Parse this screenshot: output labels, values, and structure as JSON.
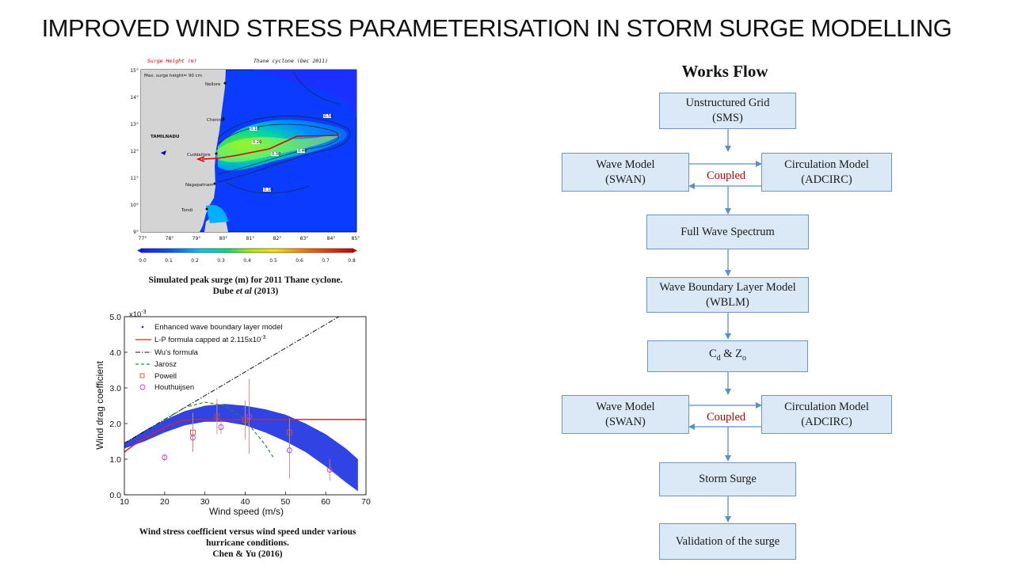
{
  "slide": {
    "title": "IMPROVED WIND STRESS PARAMETERISATION IN STORM SURGE MODELLING"
  },
  "map_figure": {
    "header_left": "Surge Height (m)",
    "header_right": "Thane cyclone  (Dec 2011)",
    "max_label": "Max. surge height= 90 cm",
    "places": [
      "Nellore",
      "Chennai",
      "TAMILNADU",
      "Cuddallore",
      "Nagapatnam",
      "Tondi"
    ],
    "lat_ticks": [
      "15°",
      "14°",
      "13°",
      "12°",
      "11°",
      "10°",
      "9°"
    ],
    "lon_ticks": [
      "77°",
      "78°",
      "79°",
      "80°",
      "81°",
      "82°",
      "83°",
      "84°",
      "85°"
    ],
    "colorbar_ticks": [
      "0.0",
      "0.1",
      "0.2",
      "0.3",
      "0.4",
      "0.5",
      "0.6",
      "0.7",
      "0.8"
    ],
    "contour_labels": [
      "0.10",
      "0.20",
      "0.30",
      "0.40",
      "0.50",
      "0.10"
    ],
    "caption_line1": "Simulated peak surge (m) for 2011 Thane cyclone.",
    "caption_line2_prefix": "Dube ",
    "caption_line2_italic": "et al",
    "caption_line2_suffix": " (2013)"
  },
  "chart_caption": {
    "line1": "Wind stress coefficient versus wind speed under various",
    "line2": "hurricane conditions.",
    "line3": "Chen & Yu (2016)"
  },
  "chart_data": {
    "type": "scatter",
    "xlabel": "Wind speed (m/s)",
    "ylabel": "Wind drag coefficient",
    "y_multiplier": "x10",
    "y_multiplier_exp": "-3",
    "xlim": [
      10,
      70
    ],
    "ylim": [
      0,
      5
    ],
    "x_ticks": [
      "10",
      "20",
      "30",
      "40",
      "50",
      "60",
      "70"
    ],
    "y_ticks": [
      "0.0",
      "1.0",
      "2.0",
      "3.0",
      "4.0",
      "5.0"
    ],
    "legend": [
      "Enhanced wave boundary layer model",
      "L-P formula capped at 2.115x10",
      "Wu's formula",
      "Jarosz",
      "Powell",
      "Houthuijsen"
    ],
    "legend_lp_exp": "-3",
    "series": [
      {
        "name": "L-P formula capped at 2.115x10-3",
        "x": [
          10,
          12,
          14,
          16,
          18,
          20,
          22,
          24,
          26,
          70
        ],
        "y": [
          1.2,
          1.37,
          1.52,
          1.65,
          1.78,
          1.89,
          1.99,
          2.07,
          2.115,
          2.115
        ]
      },
      {
        "name": "Wu's formula",
        "x": [
          10,
          70
        ],
        "y": [
          1.45,
          5.45
        ]
      },
      {
        "name": "Jarosz",
        "x": [
          20,
          25,
          30,
          35,
          40,
          45,
          47
        ],
        "y": [
          2.1,
          2.45,
          2.6,
          2.5,
          2.1,
          1.4,
          1.05
        ]
      },
      {
        "name": "Powell",
        "x": [
          27,
          33,
          40,
          51
        ],
        "y": [
          1.75,
          2.2,
          2.1,
          1.75
        ],
        "err": [
          0.55,
          0.5,
          0.55,
          0.4
        ]
      },
      {
        "name": "Houthuijsen",
        "x": [
          20,
          27,
          34,
          41,
          51,
          61
        ],
        "y": [
          1.05,
          1.6,
          1.9,
          2.2,
          1.25,
          0.7
        ],
        "err": [
          0.1,
          0.4,
          0.2,
          1.05,
          0.8,
          0.3
        ]
      }
    ],
    "band": {
      "x": [
        10,
        15,
        20,
        25,
        30,
        35,
        40,
        45,
        50,
        55,
        60,
        65,
        68
      ],
      "upper": [
        1.45,
        1.8,
        2.1,
        2.35,
        2.5,
        2.55,
        2.5,
        2.4,
        2.25,
        2.0,
        1.7,
        1.3,
        1.0
      ],
      "lower": [
        1.3,
        1.5,
        1.75,
        1.95,
        2.05,
        2.05,
        1.95,
        1.75,
        1.5,
        1.2,
        0.8,
        0.35,
        0.1
      ]
    }
  },
  "workflow": {
    "title": "Works Flow",
    "grid_line1": "Unstructured  Grid",
    "grid_line2": "(SMS)",
    "wave1_line1": "Wave Model",
    "wave1_line2": "(SWAN)",
    "circ1_line1": "Circulation  Model",
    "circ1_line2": "(ADCIRC)",
    "coupled1": "Coupled",
    "spectrum": "Full  Wave Spectrum",
    "wblm_line1": "Wave Boundary Layer Model",
    "wblm_line2": "(WBLM)",
    "cd_c": "C",
    "cd_sub": "d",
    "cd_mid": " & Z",
    "cd_sub2": "o",
    "wave2_line1": "Wave Model",
    "wave2_line2": "(SWAN)",
    "circ2_line1": "Circulation  Model",
    "circ2_line2": "(ADCIRC)",
    "coupled2": "Coupled",
    "surge": "Storm  Surge",
    "validation": "Validation  of the surge"
  }
}
